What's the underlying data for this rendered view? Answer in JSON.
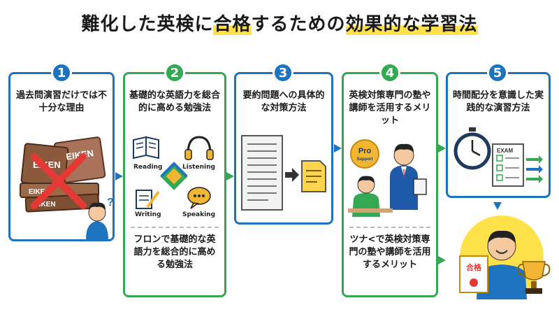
{
  "title": {
    "prefix": "難化した英検に",
    "highlight1": "合格",
    "middle": "するための",
    "highlight2": "効果的な学習法"
  },
  "steps": [
    {
      "num": "1",
      "text": "過去問演習だけでは不十分な理由"
    },
    {
      "num": "2",
      "text": "基礎的な英語力を総合的に高める勉強法",
      "sub": "フロンで基礎的な英語力を総合的に高める勉強法",
      "skills": [
        "Reading",
        "Listening",
        "Writing",
        "Speaking"
      ]
    },
    {
      "num": "3",
      "text": "要約問題への具体的な対策方法"
    },
    {
      "num": "4",
      "text": "英検対策専門の塾や講師を活用するメリット",
      "sub": "ツナ<で英検対策専門の塾や講師を活用するメリット",
      "badge_top": "Pro",
      "badge_bottom": "Support"
    },
    {
      "num": "5",
      "text": "時間配分を意識した実践的な演習方法",
      "exam": "EXAM",
      "pass": "合格"
    }
  ],
  "books": [
    "EIKEN",
    "EIKEN",
    "EIKEN",
    "EIKEN"
  ],
  "question": "?",
  "colors": {
    "blue": "#1e73be",
    "green": "#34a853",
    "highlight": "#ffe24a"
  }
}
